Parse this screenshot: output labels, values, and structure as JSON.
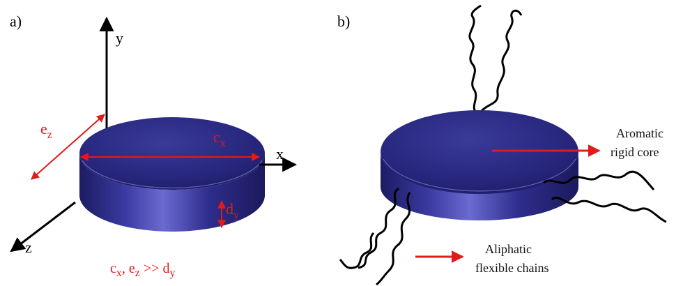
{
  "panel_a": {
    "label": "a)",
    "axis_y": "y",
    "axis_x": "x",
    "axis_z": "z",
    "dim_e": "e",
    "dim_e_sub": "z",
    "dim_c": "c",
    "dim_c_sub": "x",
    "dim_d": "d",
    "dim_d_sub": "y",
    "caption": {
      "c": "c",
      "c_sub": "x",
      "sep": ", ",
      "e": "e",
      "e_sub": "z",
      "rel": " >> ",
      "d": "d",
      "d_sub": "y"
    }
  },
  "panel_b": {
    "label": "b)",
    "core_line1": "Aromatic",
    "core_line2": "rigid core",
    "chain_line1": "Aliphatic",
    "chain_line2": "flexible chains"
  },
  "colors": {
    "disc": "#2b2a80",
    "annotation": "#e01b1b"
  }
}
